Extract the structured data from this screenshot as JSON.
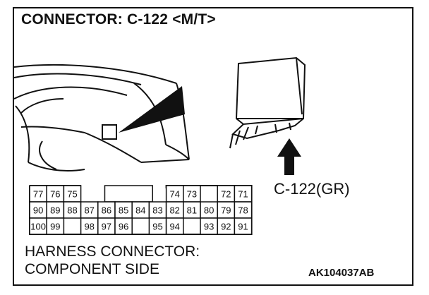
{
  "title": "CONNECTOR: C-122 <M/T>",
  "connector_label": "C-122(GR)",
  "caption": {
    "line1": "HARNESS CONNECTOR:",
    "line2": "COMPONENT SIDE"
  },
  "figure_code": "AK104037AB",
  "pins": {
    "row1": [
      {
        "col": 0,
        "label": "77"
      },
      {
        "col": 1,
        "label": "76"
      },
      {
        "col": 2,
        "label": "75"
      },
      {
        "col": 8,
        "label": "74"
      },
      {
        "col": 9,
        "label": "73"
      },
      {
        "col": 11,
        "label": "72"
      },
      {
        "col": 12,
        "label": "71"
      }
    ],
    "row2": [
      {
        "col": 0,
        "label": "90"
      },
      {
        "col": 1,
        "label": "89"
      },
      {
        "col": 2,
        "label": "88"
      },
      {
        "col": 3,
        "label": "87"
      },
      {
        "col": 4,
        "label": "86"
      },
      {
        "col": 5,
        "label": "85"
      },
      {
        "col": 6,
        "label": "84"
      },
      {
        "col": 7,
        "label": "83"
      },
      {
        "col": 8,
        "label": "82"
      },
      {
        "col": 9,
        "label": "81"
      },
      {
        "col": 10,
        "label": "80"
      },
      {
        "col": 11,
        "label": "79"
      },
      {
        "col": 12,
        "label": "78"
      }
    ],
    "row3": [
      {
        "col": 0,
        "label": "100"
      },
      {
        "col": 1,
        "label": "99"
      },
      {
        "col": 3,
        "label": "98"
      },
      {
        "col": 4,
        "label": "97"
      },
      {
        "col": 5,
        "label": "96"
      },
      {
        "col": 7,
        "label": "95"
      },
      {
        "col": 8,
        "label": "94"
      },
      {
        "col": 10,
        "label": "93"
      },
      {
        "col": 11,
        "label": "92"
      },
      {
        "col": 12,
        "label": "91"
      }
    ]
  }
}
